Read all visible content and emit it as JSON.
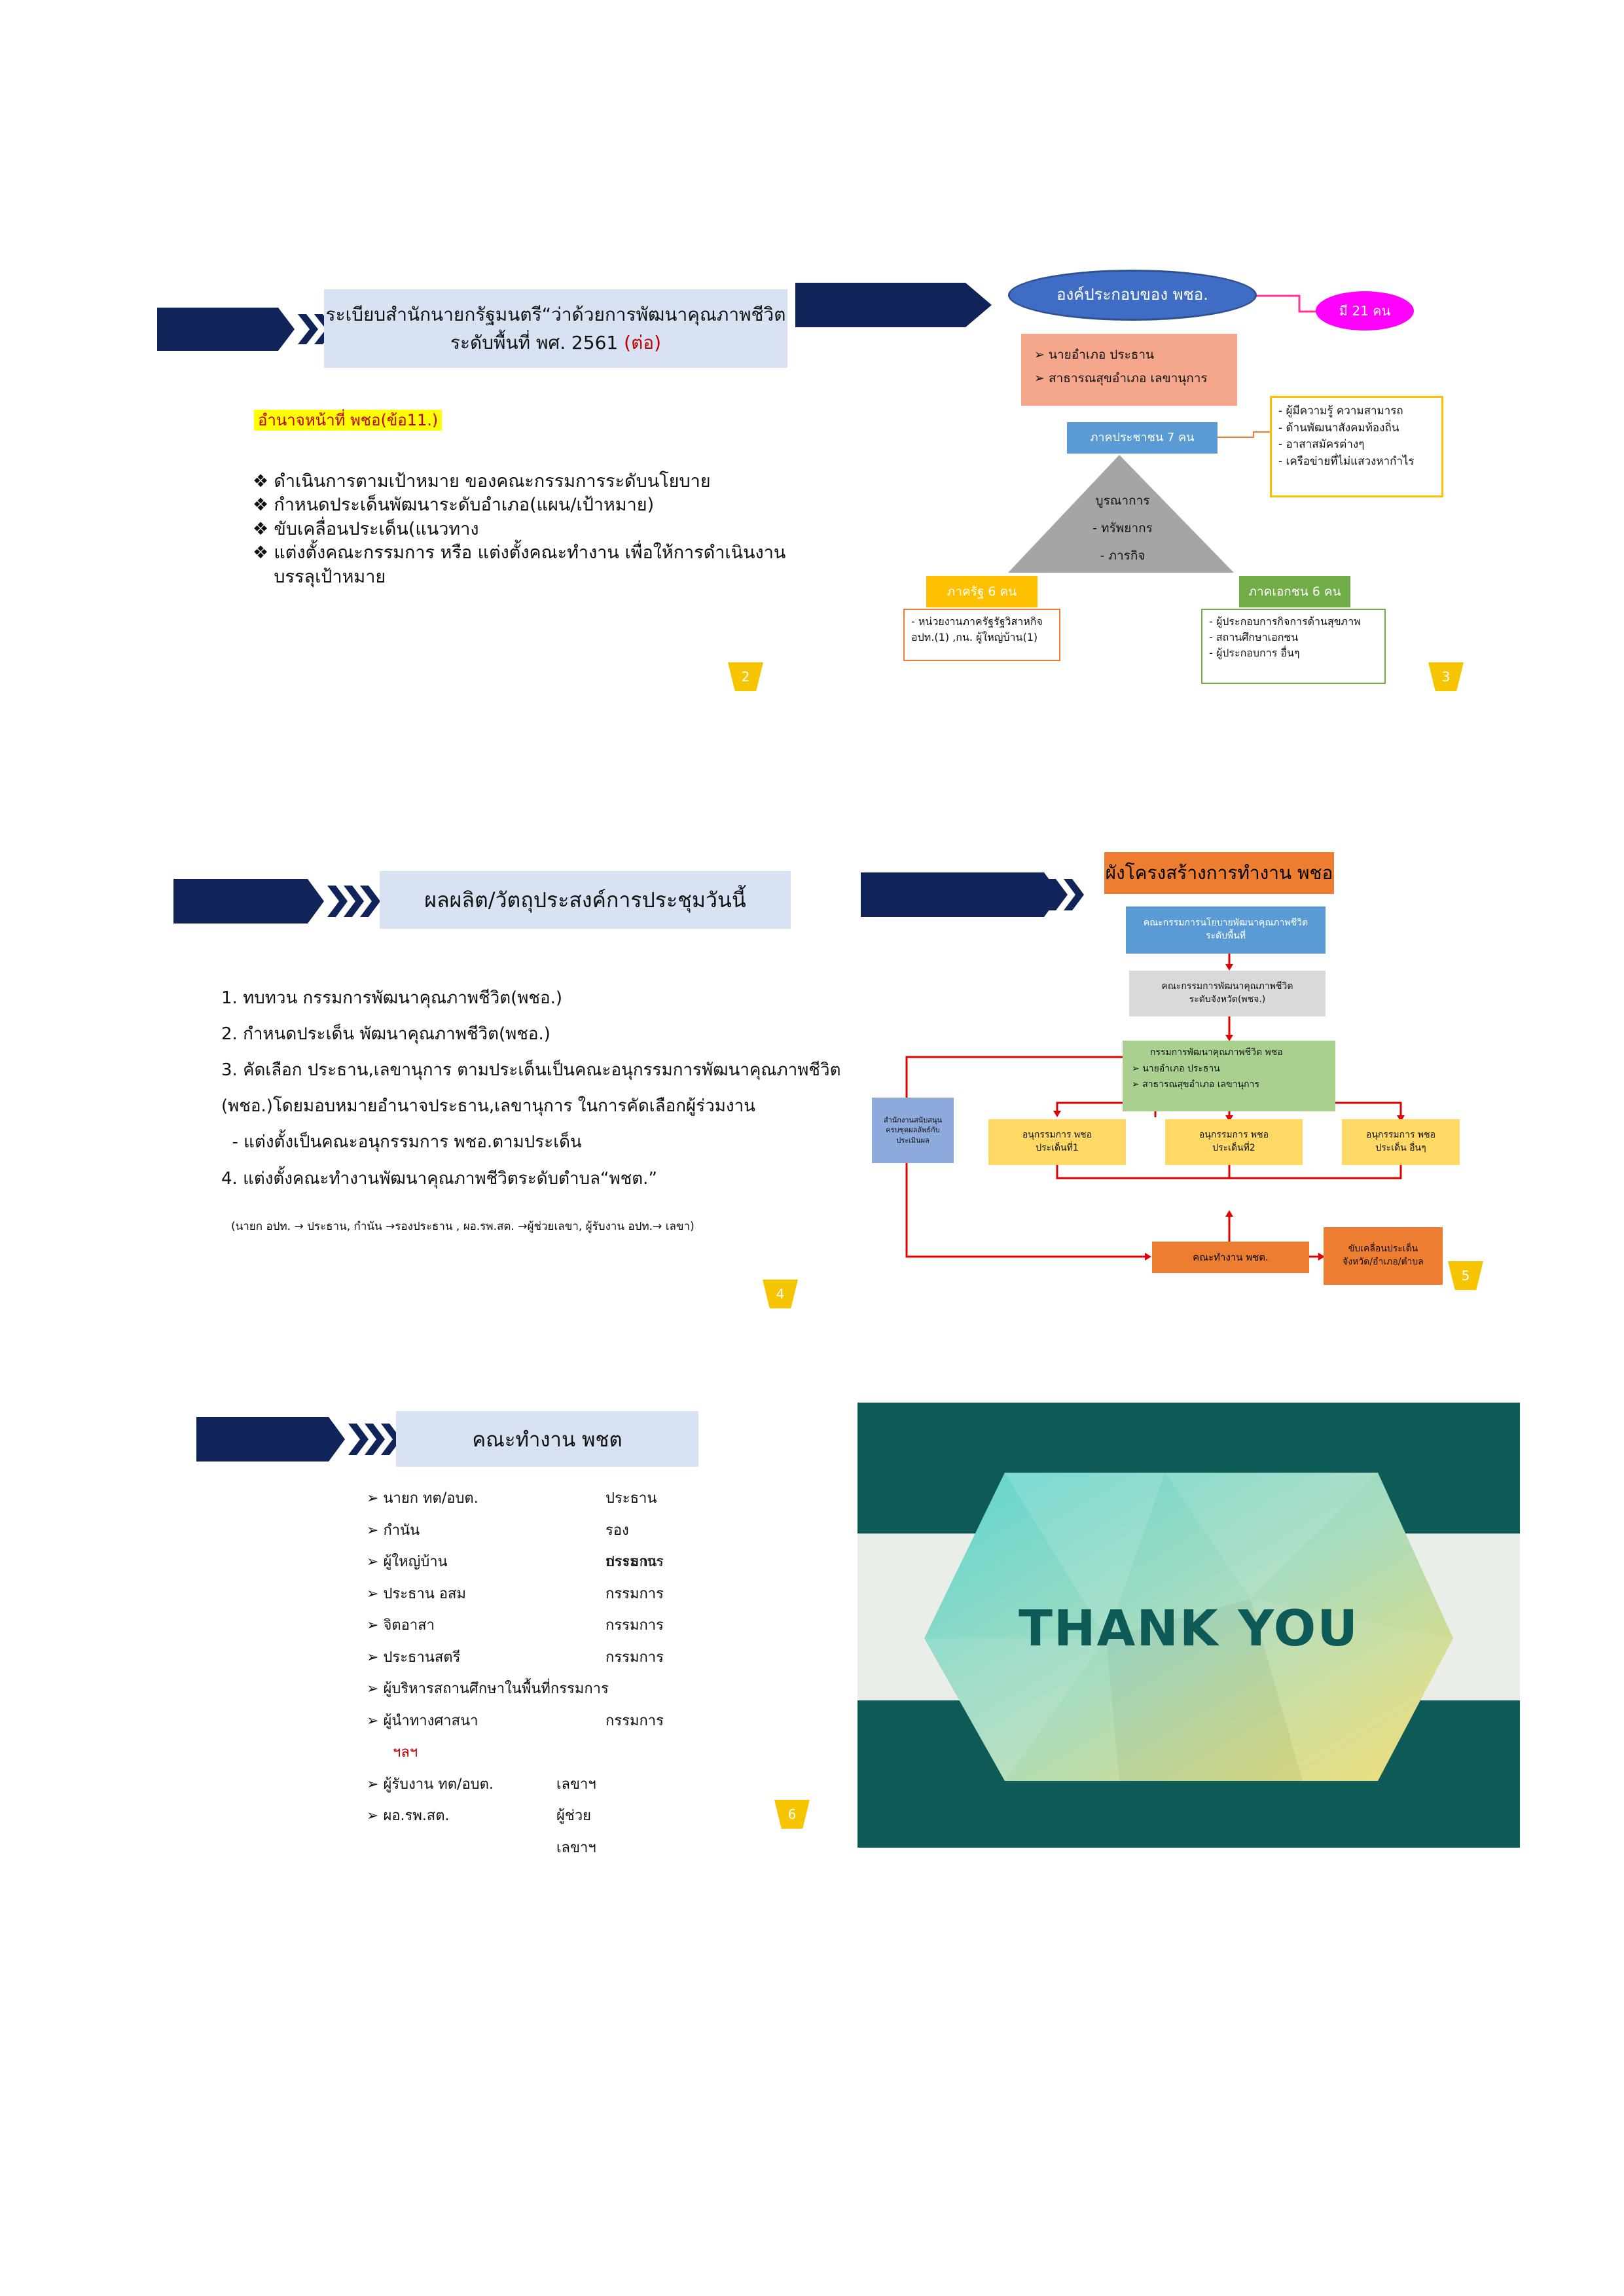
{
  "slide2": {
    "title_line1": "ระเบียบสำนักนายกรัฐมนตรี“ว่าด้วยการพัฒนาคุณภาพชีวิต",
    "title_line2": "ระดับพื้นที่ พศ. 2561 ",
    "title_suffix": "(ต่อ)",
    "highlight": "อำนาจหน้าที่ พชอ(ข้อ11.)",
    "bullets": [
      "ดำเนินการตามเป้าหมาย ของคณะกรรมการระดับนโยบาย",
      "กำหนดประเด็นพัฒนาระดับอำเภอ(แผน/เป้าหมาย)",
      "ขับเคลื่อนประเด็น(แนวทาง",
      "แต่งตั้งคณะกรรมการ หรือ แต่งตั้งคณะทำงาน เพื่อให้การดำเนินงาน"
    ],
    "bullet_cont": "บรรลุเป้าหมาย",
    "page": "2"
  },
  "slide3": {
    "oval": "องค์ประกอบของ พชอ.",
    "count": "มี 21 คน",
    "top_items": [
      "นายอำเภอ ประธาน",
      "สาธารณสุขอำเภอ เลขานุการ"
    ],
    "civil": "ภาคประชาชน 7 คน",
    "civil_items": [
      "- ผู้มีความรู้ ความสามารถ",
      "- ด้านพัฒนาสังคมท้องถิ่น",
      "- อาสาสมัครต่างๆ",
      "- เครือข่ายที่ไม่แสวงหากำไร"
    ],
    "triangle": [
      "บูรณาการ",
      "- ทรัพยากร",
      "- ภารกิจ"
    ],
    "gov": "ภาครัฐ 6 คน",
    "gov_items": [
      "- หน่วยงานภาครัฐรัฐวิสาหกิจ",
      "อปท.(1) ,กน. ผู้ใหญ่บ้าน(1)"
    ],
    "private": "ภาคเอกชน 6 คน",
    "private_items": [
      "- ผู้ประกอบการกิจการด้านสุขภาพ",
      "- สถานศึกษาเอกชน",
      "- ผู้ประกอบการ อื่นๆ"
    ],
    "page": "3"
  },
  "slide4": {
    "title": "ผลผลิต/วัตถุประสงค์การประชุมวันนี้",
    "lines": [
      "1. ทบทวน กรรมการพัฒนาคุณภาพชีวิต(พชอ.)",
      "2. กำหนดประเด็น พัฒนาคุณภาพชีวิต(พชอ.)",
      "3. คัดเลือก ประธาน,เลขานุการ ตามประเด็นเป็นคณะอนุกรรมการพัฒนาคุณภาพชีวิต",
      "(พชอ.)โดยมอบหมายอำนาจประธาน,เลขานุการ ในการคัดเลือกผู้ร่วมงาน",
      "  - แต่งตั้งเป็นคณะอนุกรรมการ พชอ.ตามประเด็น",
      "4. แต่งตั้งคณะทำงานพัฒนาคุณภาพชีวิตระดับตำบล“พชต.”"
    ],
    "footnote": "(นายก อปท. → ประธาน, กำนัน →รองประธาน , ผอ.รพ.สต. →ผู้ช่วยเลขา, ผู้รับงาน อปท.→ เลขา)",
    "page": "4"
  },
  "slide5": {
    "title": "ผังโครงสร้างการทำงาน พชอ",
    "policy": [
      "คณะกรรมการนโยบายพัฒนาคุณภาพชีวิต",
      "ระดับพื้นที่"
    ],
    "province": [
      "คณะกรรมการพัฒนาคุณภาพชีวิต",
      "ระดับจังหวัด(พชจ.)"
    ],
    "district": [
      "กรรมการพัฒนาคุณภาพชีวิต พชอ",
      "นายอำเภอ ประธาน",
      "สาธารณสุขอำเภอ เลขานุการ"
    ],
    "support": [
      "สำนักงานสนับสนุน",
      "ครบชุดผลลัพธ์กับ",
      "ประเมินผล"
    ],
    "sub1": [
      "อนุกรรมการ พชอ",
      "ประเด็นที่1"
    ],
    "sub2": [
      "อนุกรรมการ พชอ",
      "ประเด็นที่2"
    ],
    "sub3": [
      "อนุกรรมการ พชอ",
      "ประเด็น อื่นๆ"
    ],
    "team": "คณะทำงาน พชต.",
    "drive": [
      "ขับเคลื่อนประเด็น",
      "จังหวัด/อำเภอ/ตำบล"
    ],
    "page": "5"
  },
  "slide6": {
    "title": "คณะทำงาน พชต",
    "rows": [
      {
        "name": "นายก ทต/อบต.",
        "role": "ประธาน"
      },
      {
        "name": "กำนัน",
        "role": "รองประธาน"
      },
      {
        "name": "ผู้ใหญ่บ้าน",
        "role": "กรรมการ"
      },
      {
        "name": "ประธาน อสม",
        "role": "กรรมการ"
      },
      {
        "name": "จิตอาสา",
        "role": "กรรมการ"
      },
      {
        "name": "ประธานสตรี",
        "role": "กรรมการ"
      },
      {
        "name": "ผู้บริหารสถานศึกษาในพื้นที่กรรมการ",
        "role": ""
      },
      {
        "name": "ผู้นำทางศาสนา",
        "role": "กรรมการ"
      }
    ],
    "etc": "ฯลฯ",
    "rows2": [
      {
        "name": "ผู้รับงาน ทต/อบต.",
        "role": "เลขาฯ"
      },
      {
        "name": "ผอ.รพ.สต.",
        "role": "ผู้ช่วย เลขาฯ"
      }
    ],
    "page": "6"
  },
  "slide7": {
    "text": "THANK YOU"
  },
  "colors": {
    "navy": "#10245a",
    "title_bg": "#d9e2f3",
    "oval_blue": "#3f6cc4",
    "magenta": "#ff00ff",
    "salmon": "#f4a78a",
    "orange": "#ed7d31",
    "gold": "#ffc000",
    "green": "#70ad47",
    "gray": "#a5a5a5",
    "thank_teal": "#0e5a57"
  }
}
